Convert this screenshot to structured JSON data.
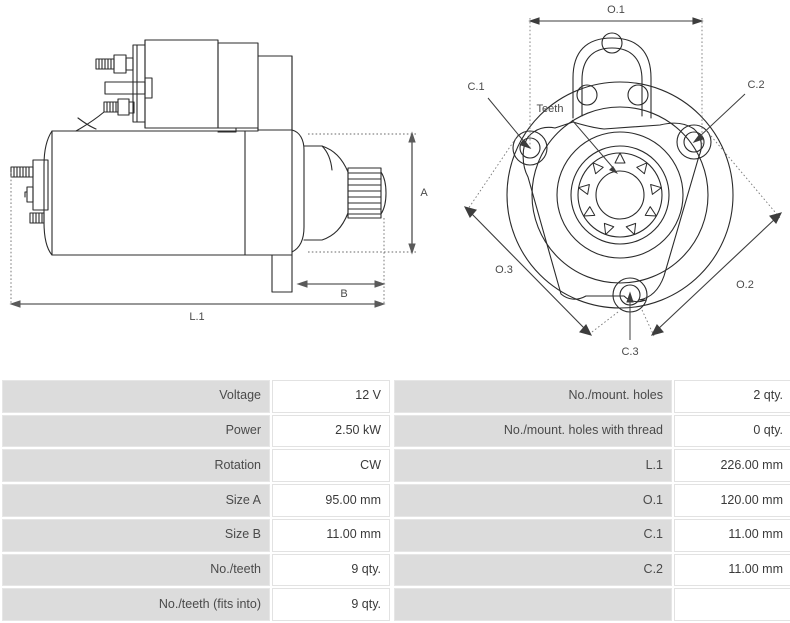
{
  "drawings": {
    "side_view": {
      "name": "starter-motor-side-view",
      "dimension_labels": {
        "a": "A",
        "b": "B",
        "l1": "L.1"
      }
    },
    "end_view": {
      "name": "starter-motor-drive-end-view",
      "dimension_labels": {
        "o1": "O.1",
        "o2": "O.2",
        "o3": "O.3",
        "c1": "C.1",
        "c2": "C.2",
        "c3": "C.3",
        "teeth": "Teeth"
      }
    }
  },
  "specs": {
    "left": [
      {
        "label": "Voltage",
        "value": "12 V"
      },
      {
        "label": "Power",
        "value": "2.50 kW"
      },
      {
        "label": "Rotation",
        "value": "CW"
      },
      {
        "label": "Size A",
        "value": "95.00 mm"
      },
      {
        "label": "Size B",
        "value": "11.00 mm"
      },
      {
        "label": "No./teeth",
        "value": "9 qty."
      },
      {
        "label": "No./teeth (fits into)",
        "value": "9 qty."
      }
    ],
    "right": [
      {
        "label": "No./mount. holes",
        "value": "2 qty."
      },
      {
        "label": "No./mount. holes with thread",
        "value": "0 qty."
      },
      {
        "label": "L.1",
        "value": "226.00 mm"
      },
      {
        "label": "O.1",
        "value": "120.00 mm"
      },
      {
        "label": "C.1",
        "value": "11.00 mm"
      },
      {
        "label": "C.2",
        "value": "11.00 mm"
      },
      {
        "label": "",
        "value": ""
      }
    ]
  },
  "colors": {
    "line": "#2b2b2b",
    "label_bg": "#dcdcdc",
    "value_bg": "#ffffff",
    "text": "#4a4a4a",
    "page_bg": "#ffffff"
  }
}
